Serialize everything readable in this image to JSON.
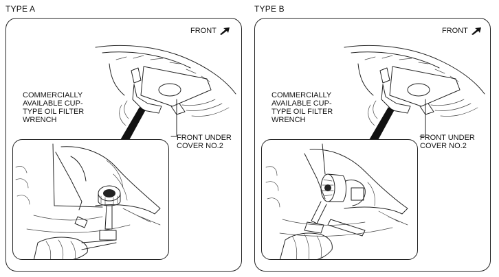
{
  "panels": [
    {
      "type_label": "TYPE A",
      "front_label": "FRONT",
      "wrench_label": "COMMERCIALLY\nAVAILABLE CUP-\nTYPE OIL FILTER\nWRENCH",
      "cover_label": "FRONT UNDER\nCOVER NO.2"
    },
    {
      "type_label": "TYPE B",
      "front_label": "FRONT",
      "wrench_label": "COMMERCIALLY\nAVAILABLE CUP-\nTYPE OIL FILTER\nWRENCH",
      "cover_label": "FRONT UNDER\nCOVER NO.2"
    }
  ],
  "icons": {
    "front_arrow": "arrow-up-right-icon"
  }
}
